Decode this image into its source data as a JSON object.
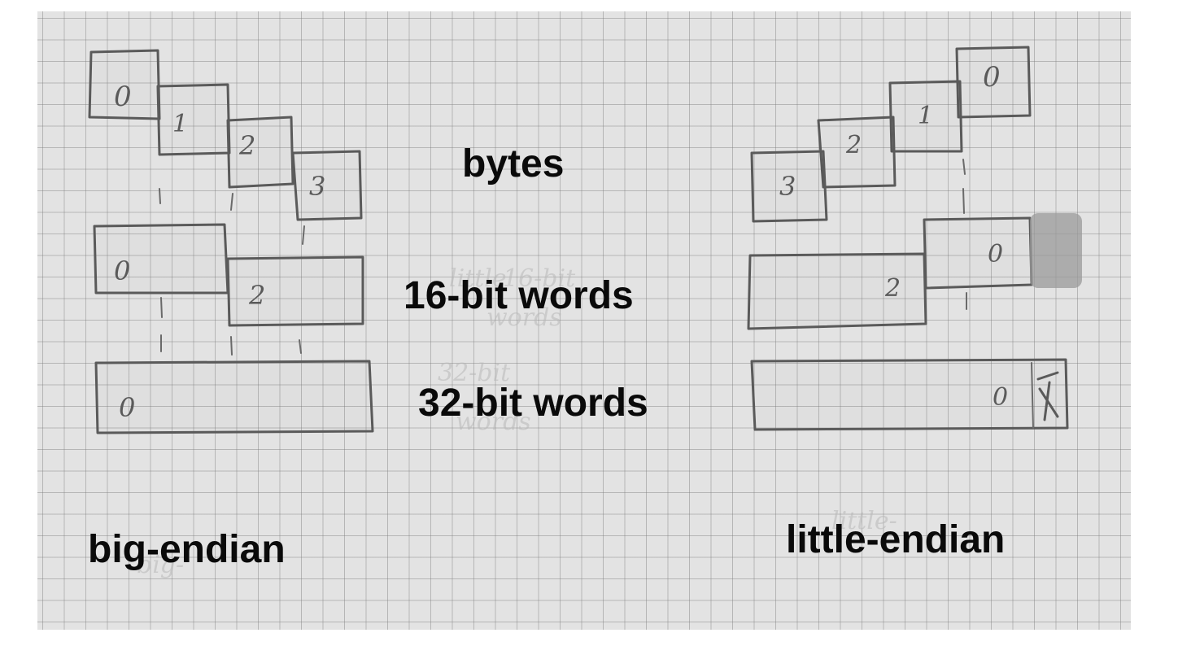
{
  "labels": {
    "bytes": "bytes",
    "words16": "16-bit words",
    "words32": "32-bit words",
    "big_endian": "big-endian",
    "little_endian": "little-endian"
  },
  "big_endian": {
    "byte_digits": [
      "0",
      "1",
      "2",
      "3"
    ],
    "word16_digits": [
      "0",
      "2"
    ],
    "word32_digits": [
      "0"
    ]
  },
  "little_endian": {
    "byte_digits": [
      "0",
      "1",
      "2",
      "3"
    ],
    "word16_digits": [
      "0",
      "2"
    ],
    "word32_digits": [
      "0"
    ]
  },
  "faint_pencil_text": [
    "little",
    "16-bit",
    "words",
    "32-bit",
    "words",
    "big-",
    "little-"
  ]
}
